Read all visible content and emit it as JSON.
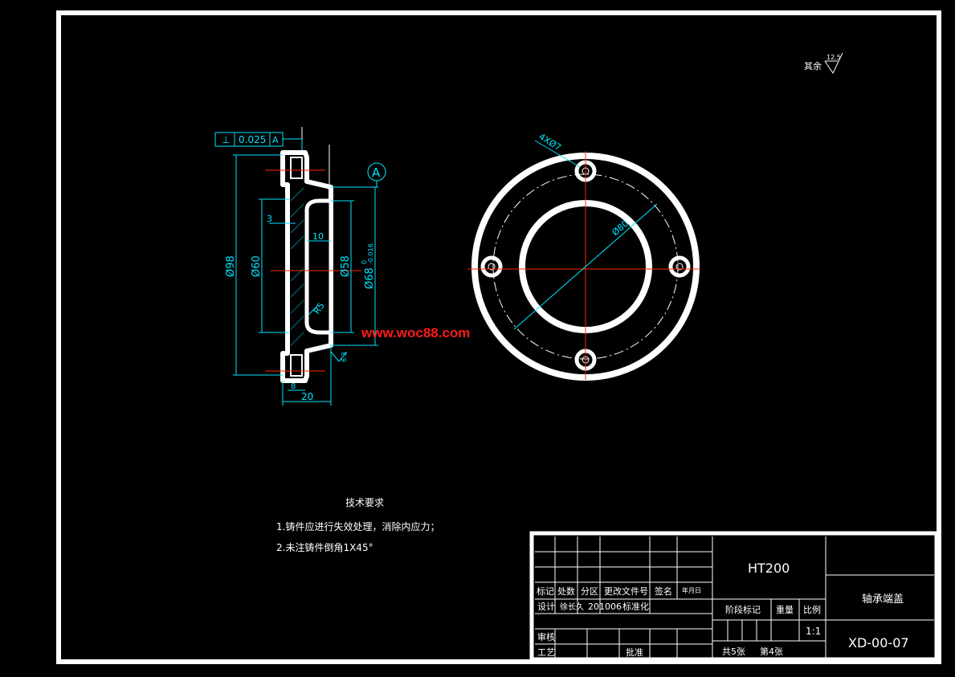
{
  "colors": {
    "background": "#000000",
    "frame": "#ffffff",
    "dimension": "#00e5ff",
    "centerline": "#ff2a00",
    "watermark": "#ff1a1a",
    "part": "#ffffff"
  },
  "roughness": {
    "prefix": "其余",
    "value": "12.5"
  },
  "tolerance_frame": {
    "symbol": "⊥",
    "value": "0.025",
    "datum": "A"
  },
  "datum_label": "A",
  "section_dims": {
    "d98": "Ø98",
    "d60": "Ø60",
    "d58": "Ø58",
    "d68": "Ø68",
    "d68_upper": "0",
    "d68_lower": "-0.016",
    "three": "3",
    "ten": "10",
    "r5": "R5",
    "eight": "8",
    "twenty": "20",
    "rough_small": "6.3"
  },
  "front_dims": {
    "holes": "4XØ7",
    "dia": "Ø80"
  },
  "watermark": "www.woc88.com",
  "tech": {
    "title": "技术要求",
    "line1": "1.铸件应进行失效处理，消除内应力；",
    "line2": "2.未注铸件倒角1X45°"
  },
  "title_block": {
    "material": "HT200",
    "part_name": "轴承端盖",
    "drawing_no": "XD-00-07",
    "h_mark": "标记",
    "h_count": "处数",
    "h_zone": "分区",
    "h_doc": "更改文件号",
    "h_sign": "签名",
    "h_date": "年月日",
    "design_label": "设计",
    "designer": "徐长久",
    "design_date": "201006",
    "std_label": "标准化",
    "review_label": "审核",
    "process_label": "工艺",
    "approve_label": "批准",
    "stage_label": "阶段标记",
    "weight_label": "重量",
    "scale_label": "比例",
    "scale": "1:1",
    "sheets": "共5张",
    "sheet_no": "第4张"
  }
}
